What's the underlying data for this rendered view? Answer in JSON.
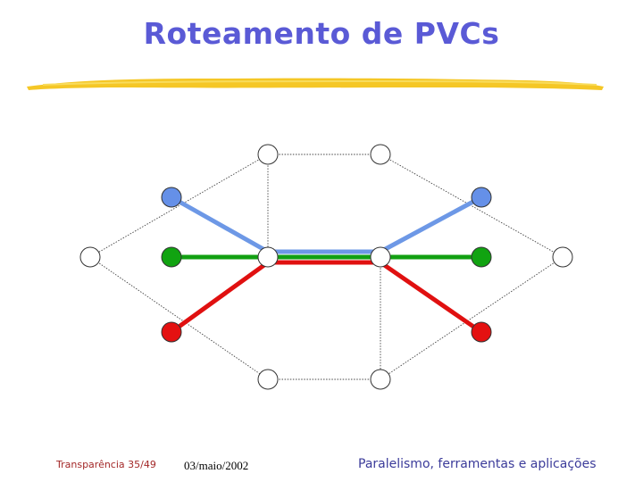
{
  "slide": {
    "title": "Roteamento de PVCs",
    "title_color": "#5a5ad6",
    "underline_color": "#f4c41a"
  },
  "diagram": {
    "node_colors": {
      "white": "#ffffff",
      "blue": "#6590e8",
      "green": "#11a311",
      "red": "#e41111"
    },
    "path_colors": {
      "blue": "#6d98e6",
      "green": "#12a012",
      "red": "#e01010"
    },
    "nodes": [
      {
        "id": "top-left",
        "color": "white"
      },
      {
        "id": "top-right",
        "color": "white"
      },
      {
        "id": "far-left",
        "color": "white"
      },
      {
        "id": "far-right",
        "color": "white"
      },
      {
        "id": "blue-left",
        "color": "blue"
      },
      {
        "id": "green-left",
        "color": "green"
      },
      {
        "id": "red-left",
        "color": "red"
      },
      {
        "id": "blue-right",
        "color": "blue"
      },
      {
        "id": "green-right",
        "color": "green"
      },
      {
        "id": "red-right",
        "color": "red"
      },
      {
        "id": "center-left",
        "color": "white"
      },
      {
        "id": "center-right",
        "color": "white"
      },
      {
        "id": "bottom-left",
        "color": "white"
      },
      {
        "id": "bottom-right",
        "color": "white"
      }
    ],
    "links": [
      [
        "top-left",
        "top-right"
      ],
      [
        "top-left",
        "far-left"
      ],
      [
        "top-right",
        "far-right"
      ],
      [
        "far-left",
        "bottom-left"
      ],
      [
        "far-right",
        "bottom-right"
      ],
      [
        "bottom-left",
        "bottom-right"
      ],
      [
        "top-left",
        "center-left"
      ],
      [
        "center-right",
        "bottom-right"
      ]
    ],
    "pvcs": [
      {
        "color": "blue",
        "route": [
          "blue-left",
          "center-left",
          "center-right",
          "blue-right"
        ]
      },
      {
        "color": "green",
        "route": [
          "green-left",
          "center-left",
          "center-right",
          "green-right"
        ]
      },
      {
        "color": "red",
        "route": [
          "red-left",
          "center-left",
          "center-right",
          "red-right"
        ]
      }
    ]
  },
  "footer": {
    "slide_number": "Transparência 35/49",
    "date": "03/maio/2002",
    "course": "Paralelismo, ferramentas e aplicações"
  }
}
